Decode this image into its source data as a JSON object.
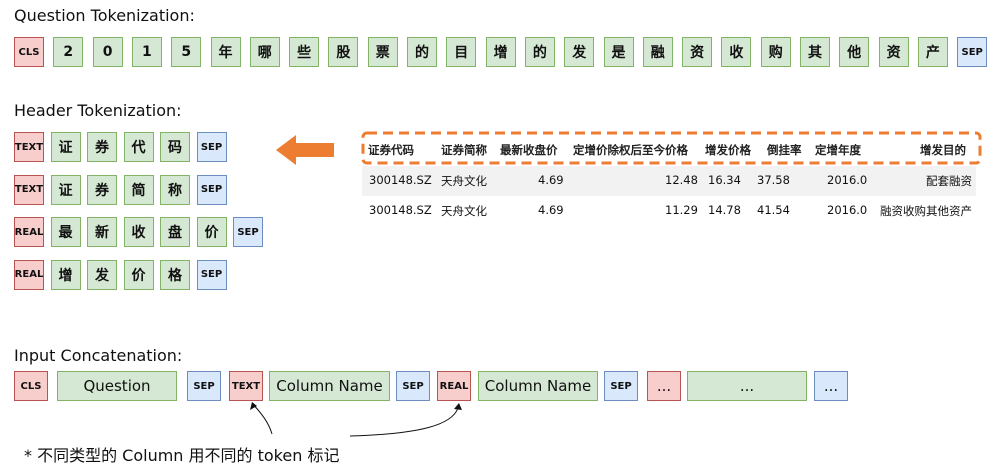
{
  "titles": {
    "question": "Question Tokenization:",
    "header": "Header Tokenization:",
    "input": "Input Concatenation:"
  },
  "question_tokens": [
    "CLS",
    "2",
    "0",
    "1",
    "5",
    "年",
    "哪",
    "些",
    "股",
    "票",
    "的",
    "目",
    "增",
    "的",
    "发",
    "是",
    "融",
    "资",
    "收",
    "购",
    "其",
    "他",
    "资",
    "产",
    "SEP"
  ],
  "header_rows": [
    [
      "TEXT",
      "证",
      "券",
      "代",
      "码",
      "SEP"
    ],
    [
      "TEXT",
      "证",
      "券",
      "简",
      "称",
      "SEP"
    ],
    [
      "REAL",
      "最",
      "新",
      "收",
      "盘",
      "价",
      "SEP"
    ],
    [
      "REAL",
      "增",
      "发",
      "价",
      "格",
      "SEP"
    ]
  ],
  "table": {
    "headers": [
      "证券代码",
      "证券简称",
      "最新收盘价",
      "定增价除权后至今价格",
      "增发价格",
      "倒挂率",
      "定增年度",
      "增发目的"
    ],
    "rows": [
      [
        "300148.SZ",
        "天舟文化",
        "4.69",
        "12.48",
        "16.34",
        "37.58",
        "2016.0",
        "配套融资"
      ],
      [
        "300148.SZ",
        "天舟文化",
        "4.69",
        "11.29",
        "14.78",
        "41.54",
        "2016.0",
        "融资收购其他资产"
      ]
    ]
  },
  "input_tokens": [
    "CLS",
    "Question",
    "SEP",
    "TEXT",
    "Column Name",
    "SEP",
    "REAL",
    "Column Name",
    "SEP",
    "...",
    "...",
    "..."
  ],
  "note": "* 不同类型的 Column 用不同的 token 标记",
  "colors": {
    "green_fill": "#d5e8d4",
    "green_border": "#82b366",
    "red_fill": "#f8cecc",
    "red_border": "#b85450",
    "blue_fill": "#dae8fc",
    "blue_border": "#6c8ebf",
    "arrow": "#ed7d31"
  }
}
